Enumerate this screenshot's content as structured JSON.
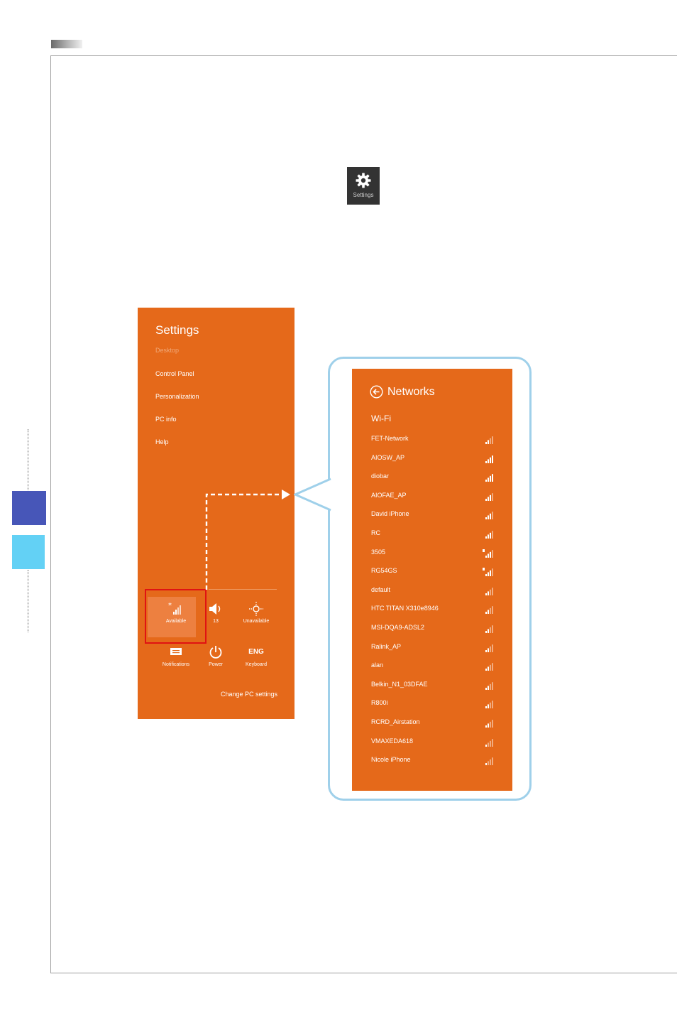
{
  "settings_charm": {
    "label": "Settings",
    "icon": "gear-icon"
  },
  "settings_panel": {
    "title": "Settings",
    "context": "Desktop",
    "items": [
      "Control Panel",
      "Personalization",
      "PC info",
      "Help"
    ],
    "quick_actions": [
      {
        "label": "Available",
        "icon": "wifi-signal-icon"
      },
      {
        "label": "13",
        "icon": "speaker-icon"
      },
      {
        "label": "Unavailable",
        "icon": "brightness-icon"
      },
      {
        "label": "Notifications",
        "icon": "notifications-icon"
      },
      {
        "label": "Power",
        "icon": "power-icon"
      },
      {
        "label": "Keyboard",
        "icon": "keyboard-icon",
        "glyph": "ENG"
      }
    ],
    "change_pc_settings": "Change PC settings"
  },
  "networks_panel": {
    "title": "Networks",
    "section": "Wi-Fi",
    "networks": [
      {
        "name": "FET-Network",
        "bars": 2,
        "secured": false
      },
      {
        "name": "AIOSW_AP",
        "bars": 4,
        "secured": false
      },
      {
        "name": "diobar",
        "bars": 4,
        "secured": false
      },
      {
        "name": "AIOFAE_AP",
        "bars": 3,
        "secured": false
      },
      {
        "name": "David iPhone",
        "bars": 3,
        "secured": false
      },
      {
        "name": "RC",
        "bars": 3,
        "secured": false
      },
      {
        "name": "3505",
        "bars": 3,
        "secured": true
      },
      {
        "name": "RG54GS",
        "bars": 3,
        "secured": true
      },
      {
        "name": "default",
        "bars": 2,
        "secured": false
      },
      {
        "name": "HTC TITAN X310e8946",
        "bars": 2,
        "secured": false
      },
      {
        "name": "MSI-DQA9-ADSL2",
        "bars": 2,
        "secured": false
      },
      {
        "name": "Ralink_AP",
        "bars": 2,
        "secured": false
      },
      {
        "name": "alan",
        "bars": 2,
        "secured": false
      },
      {
        "name": "Belkin_N1_03DFAE",
        "bars": 2,
        "secured": false
      },
      {
        "name": "R800i",
        "bars": 2,
        "secured": false
      },
      {
        "name": "RCRD_Airstation",
        "bars": 2,
        "secured": false
      },
      {
        "name": "VMAXEDA618",
        "bars": 1,
        "secured": false
      },
      {
        "name": "Nicole iPhone",
        "bars": 1,
        "secured": false
      }
    ]
  },
  "colors": {
    "panel": "#e5691a",
    "highlight": "#e01313",
    "callout": "#9fd0ea"
  }
}
